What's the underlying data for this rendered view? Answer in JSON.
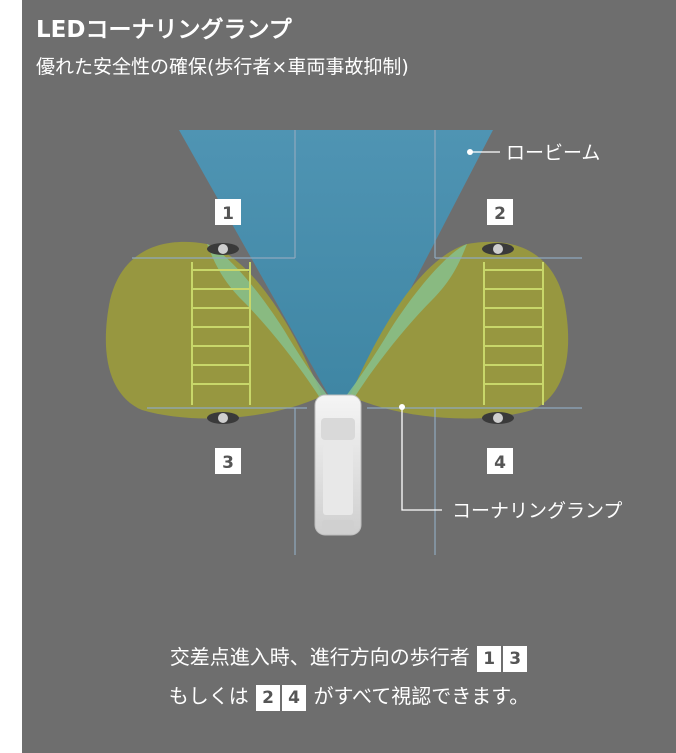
{
  "header": {
    "title": "LEDコーナリングランプ",
    "subtitle": "優れた安全性の確保(歩行者×車両事故抑制)"
  },
  "diagram": {
    "labels": {
      "low_beam": "ロービーム",
      "cornering_lamp": "コーナリングランプ"
    },
    "pedestrian_badges": [
      "1",
      "2",
      "3",
      "4"
    ],
    "colors": {
      "background": "#6e6e6e",
      "low_beam": "#4a90ad",
      "cornering_lamp": "#9a9a3c",
      "overlap": "#7fae88",
      "crosswalk": "#c8d76a",
      "road_line": "#8fa9be"
    }
  },
  "caption": {
    "line1_text": "交差点進入時、進行方向の歩行者",
    "line1_badges": [
      "1",
      "3"
    ],
    "line2_prefix": "もしくは",
    "line2_badges": [
      "2",
      "4"
    ],
    "line2_suffix": "がすべて視認できます。"
  }
}
